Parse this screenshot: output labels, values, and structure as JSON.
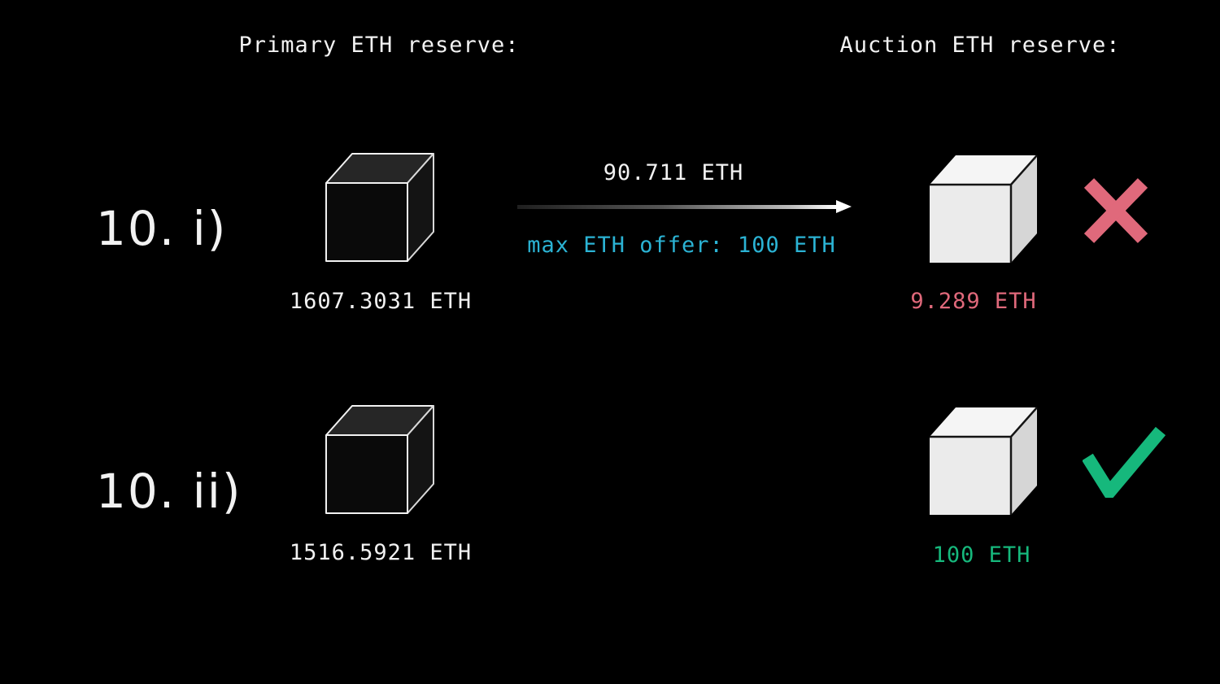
{
  "page": {
    "background": "#000000"
  },
  "colors": {
    "bg": "#000000",
    "text_white": "#f2f2f2",
    "accent_cyan": "#2bb3d4",
    "negative_red": "#e0697b",
    "positive_green": "#16b87c"
  },
  "headers": {
    "primary": "Primary ETH reserve:",
    "auction": "Auction ETH reserve:"
  },
  "rows": [
    {
      "label": "10. i)",
      "primary_reserve": "1607.3031 ETH",
      "transfer_amount": "90.711 ETH",
      "transfer_note": "max ETH offer: 100 ETH",
      "auction_reserve": "9.289 ETH",
      "result": "rejected",
      "result_icon": "x-mark"
    },
    {
      "label": "10. ii)",
      "primary_reserve": "1516.5921 ETH",
      "auction_reserve": "100 ETH",
      "result": "accepted",
      "result_icon": "checkmark"
    }
  ]
}
